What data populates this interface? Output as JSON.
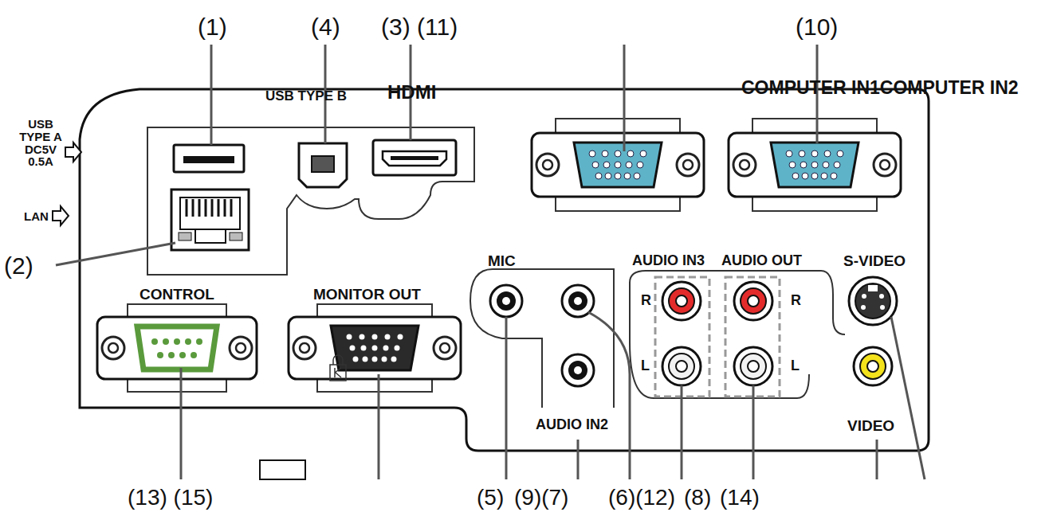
{
  "diagram": {
    "labels": [
      "(1)",
      "(4)",
      "(3) (11)",
      "(10)",
      "USB TYPE B",
      "HDMI",
      "COMPUTER IN1COMPUTER IN2",
      "USB TYPE A DC5V 0.5A",
      "LAN",
      "(2)",
      "CONTROL",
      "MONITOR OUT",
      "MIC",
      "AUDIO IN3",
      "AUDIO OUT",
      "S-VIDEO",
      "R",
      "L",
      "R",
      "L",
      "AUDIO IN2",
      "VIDEO",
      "(13) (15)",
      "(5)",
      "(9)(7)",
      "(6)(12)",
      "(8)",
      "(14)"
    ]
  }
}
